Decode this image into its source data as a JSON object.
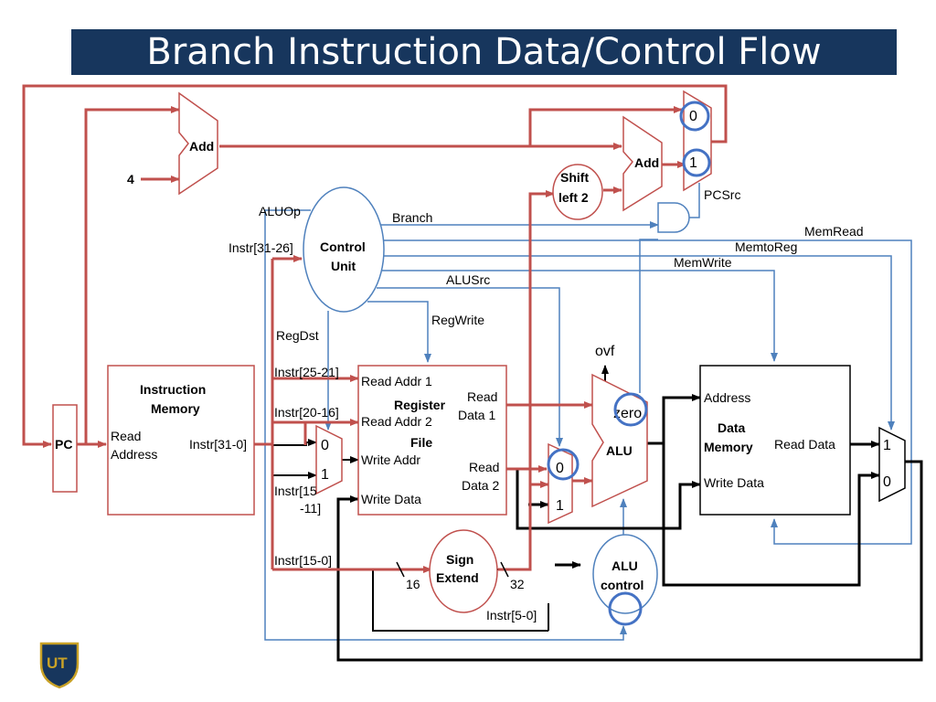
{
  "title": "Branch Instruction Data/Control Flow",
  "colors": {
    "title_bg": "#17365d",
    "data_path": "#c0504d",
    "control_path": "#4f81bd",
    "wire": "#000000",
    "highlight": "#4472c4"
  },
  "blocks": {
    "pc": "PC",
    "add_top": "Add",
    "add_branch": "Add",
    "const_four": "4",
    "instruction_memory": {
      "title1": "Instruction",
      "title2": "Memory",
      "read1": "Read",
      "read2": "Address",
      "out": "Instr[31-0]"
    },
    "control_unit": {
      "line1": "Control",
      "line2": "Unit"
    },
    "shift_left": {
      "line1": "Shift",
      "line2": "left 2"
    },
    "register_file": {
      "title1": "Register",
      "title2": "File",
      "read_addr1": "Read Addr 1",
      "read_addr2": "Read Addr 2",
      "write_addr": "Write Addr",
      "write_data": "Write Data",
      "read_data1_a": "Read",
      "read_data1_b": "Data 1",
      "read_data2_a": "Read",
      "read_data2_b": "Data 2"
    },
    "alu": {
      "label": "ALU",
      "zero": "zero",
      "ovf": "ovf"
    },
    "data_memory": {
      "title1": "Data",
      "title2": "Memory",
      "address": "Address",
      "write_data": "Write Data",
      "read_data": "Read Data"
    },
    "sign_extend": {
      "line1": "Sign",
      "line2": "Extend",
      "in_bits": "16",
      "out_bits": "32"
    },
    "alu_control": {
      "line1": "ALU",
      "line2": "control"
    }
  },
  "mux_inputs": {
    "pc_mux": [
      "0",
      "1"
    ],
    "regdst_mux": [
      "0",
      "1"
    ],
    "alusrc_mux": [
      "0",
      "1"
    ],
    "memtoreg_mux": [
      "1",
      "0"
    ]
  },
  "signals": {
    "aluop": "ALUOp",
    "branch": "Branch",
    "pcsrc": "PCSrc",
    "memread": "MemRead",
    "memtoreg": "MemtoReg",
    "memwrite": "MemWrite",
    "alusrc": "ALUSrc",
    "regwrite": "RegWrite",
    "regdst": "RegDst"
  },
  "fields": {
    "instr_31_26": "Instr[31-26]",
    "instr_25_21": "Instr[25-21]",
    "instr_20_16": "Instr[20-16]",
    "instr_15_11_a": "Instr[15",
    "instr_15_11_b": "-11]",
    "instr_15_0": "Instr[15-0]",
    "instr_5_0": "Instr[5-0]"
  },
  "logo": "UT"
}
